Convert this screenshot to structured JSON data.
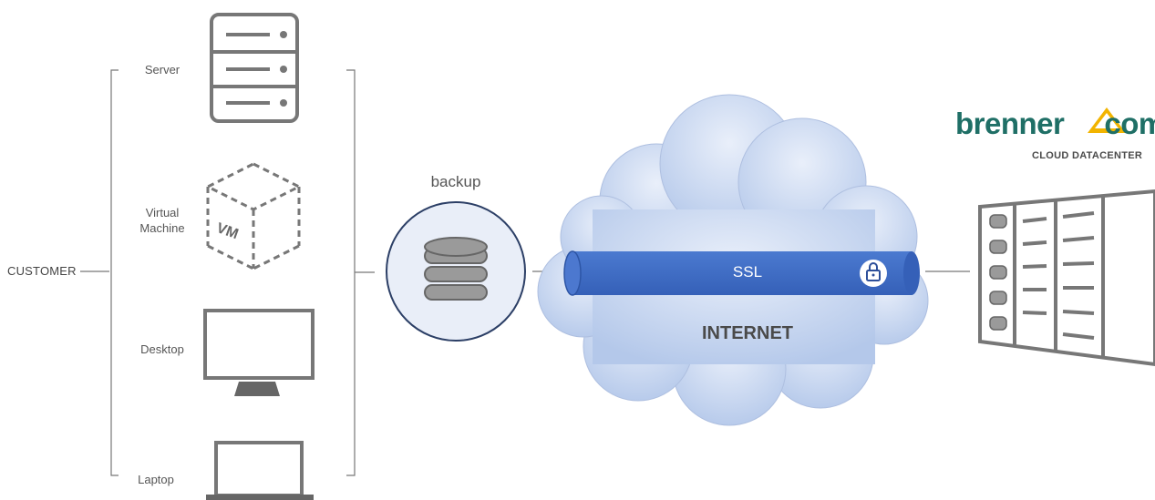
{
  "customer": {
    "label": "CUSTOMER",
    "devices": [
      {
        "label": "Server"
      },
      {
        "label": "Virtual Machine",
        "line1": "Virtual",
        "line2": "Machine",
        "icon_text": "VM"
      },
      {
        "label": "Desktop"
      },
      {
        "label": "Laptop"
      }
    ]
  },
  "backup": {
    "label": "backup"
  },
  "internet": {
    "label": "INTERNET",
    "tunnel_label": "SSL",
    "lock_icon": "lock-icon",
    "cloud_color": "#b4c8ea",
    "tunnel_color": "#3b69c3"
  },
  "provider": {
    "brand_part1": "brenner",
    "brand_part2": "com",
    "subtitle": "CLOUD DATACENTER",
    "brand_color": "#1f6f66",
    "accent_color": "#f2b400"
  }
}
